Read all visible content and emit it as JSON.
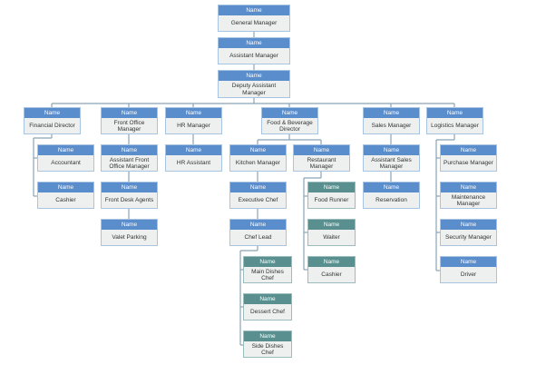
{
  "header_label": "Name",
  "colors": {
    "primary_header": "#5a8dcb",
    "secondary_header": "#5a8f8f",
    "body": "#eef0f0",
    "connector": "#8aa4b4"
  },
  "nodes": [
    {
      "title": "General Manager"
    },
    {
      "title": "Assistant Manager"
    },
    {
      "title": "Deputy Assistant Manager"
    },
    {
      "title": "Financial Director"
    },
    {
      "title": "Front Office Manager"
    },
    {
      "title": "HR Manager"
    },
    {
      "title": "Food & Beverage Director"
    },
    {
      "title": "Sales Manager"
    },
    {
      "title": "Logistics Manager"
    },
    {
      "title": "Accountant"
    },
    {
      "title": "Cashier"
    },
    {
      "title": "Assistant Front Office Manager"
    },
    {
      "title": "Front Desk Agents"
    },
    {
      "title": "Valet Parking"
    },
    {
      "title": "HR Assistant"
    },
    {
      "title": "Kitchen Manager"
    },
    {
      "title": "Executive Chef"
    },
    {
      "title": "Chef Lead"
    },
    {
      "title": "Main Dishes Chef"
    },
    {
      "title": "Dessert Chef"
    },
    {
      "title": "Side Dishes Chef"
    },
    {
      "title": "Restaurant Manager"
    },
    {
      "title": "Food Runner"
    },
    {
      "title": "Waiter"
    },
    {
      "title": "Cashier"
    },
    {
      "title": "Assistant Sales Manager"
    },
    {
      "title": "Reservation"
    },
    {
      "title": "Purchase Manager"
    },
    {
      "title": "Maintenance Manager"
    },
    {
      "title": "Security Manager"
    },
    {
      "title": "Driver"
    }
  ]
}
